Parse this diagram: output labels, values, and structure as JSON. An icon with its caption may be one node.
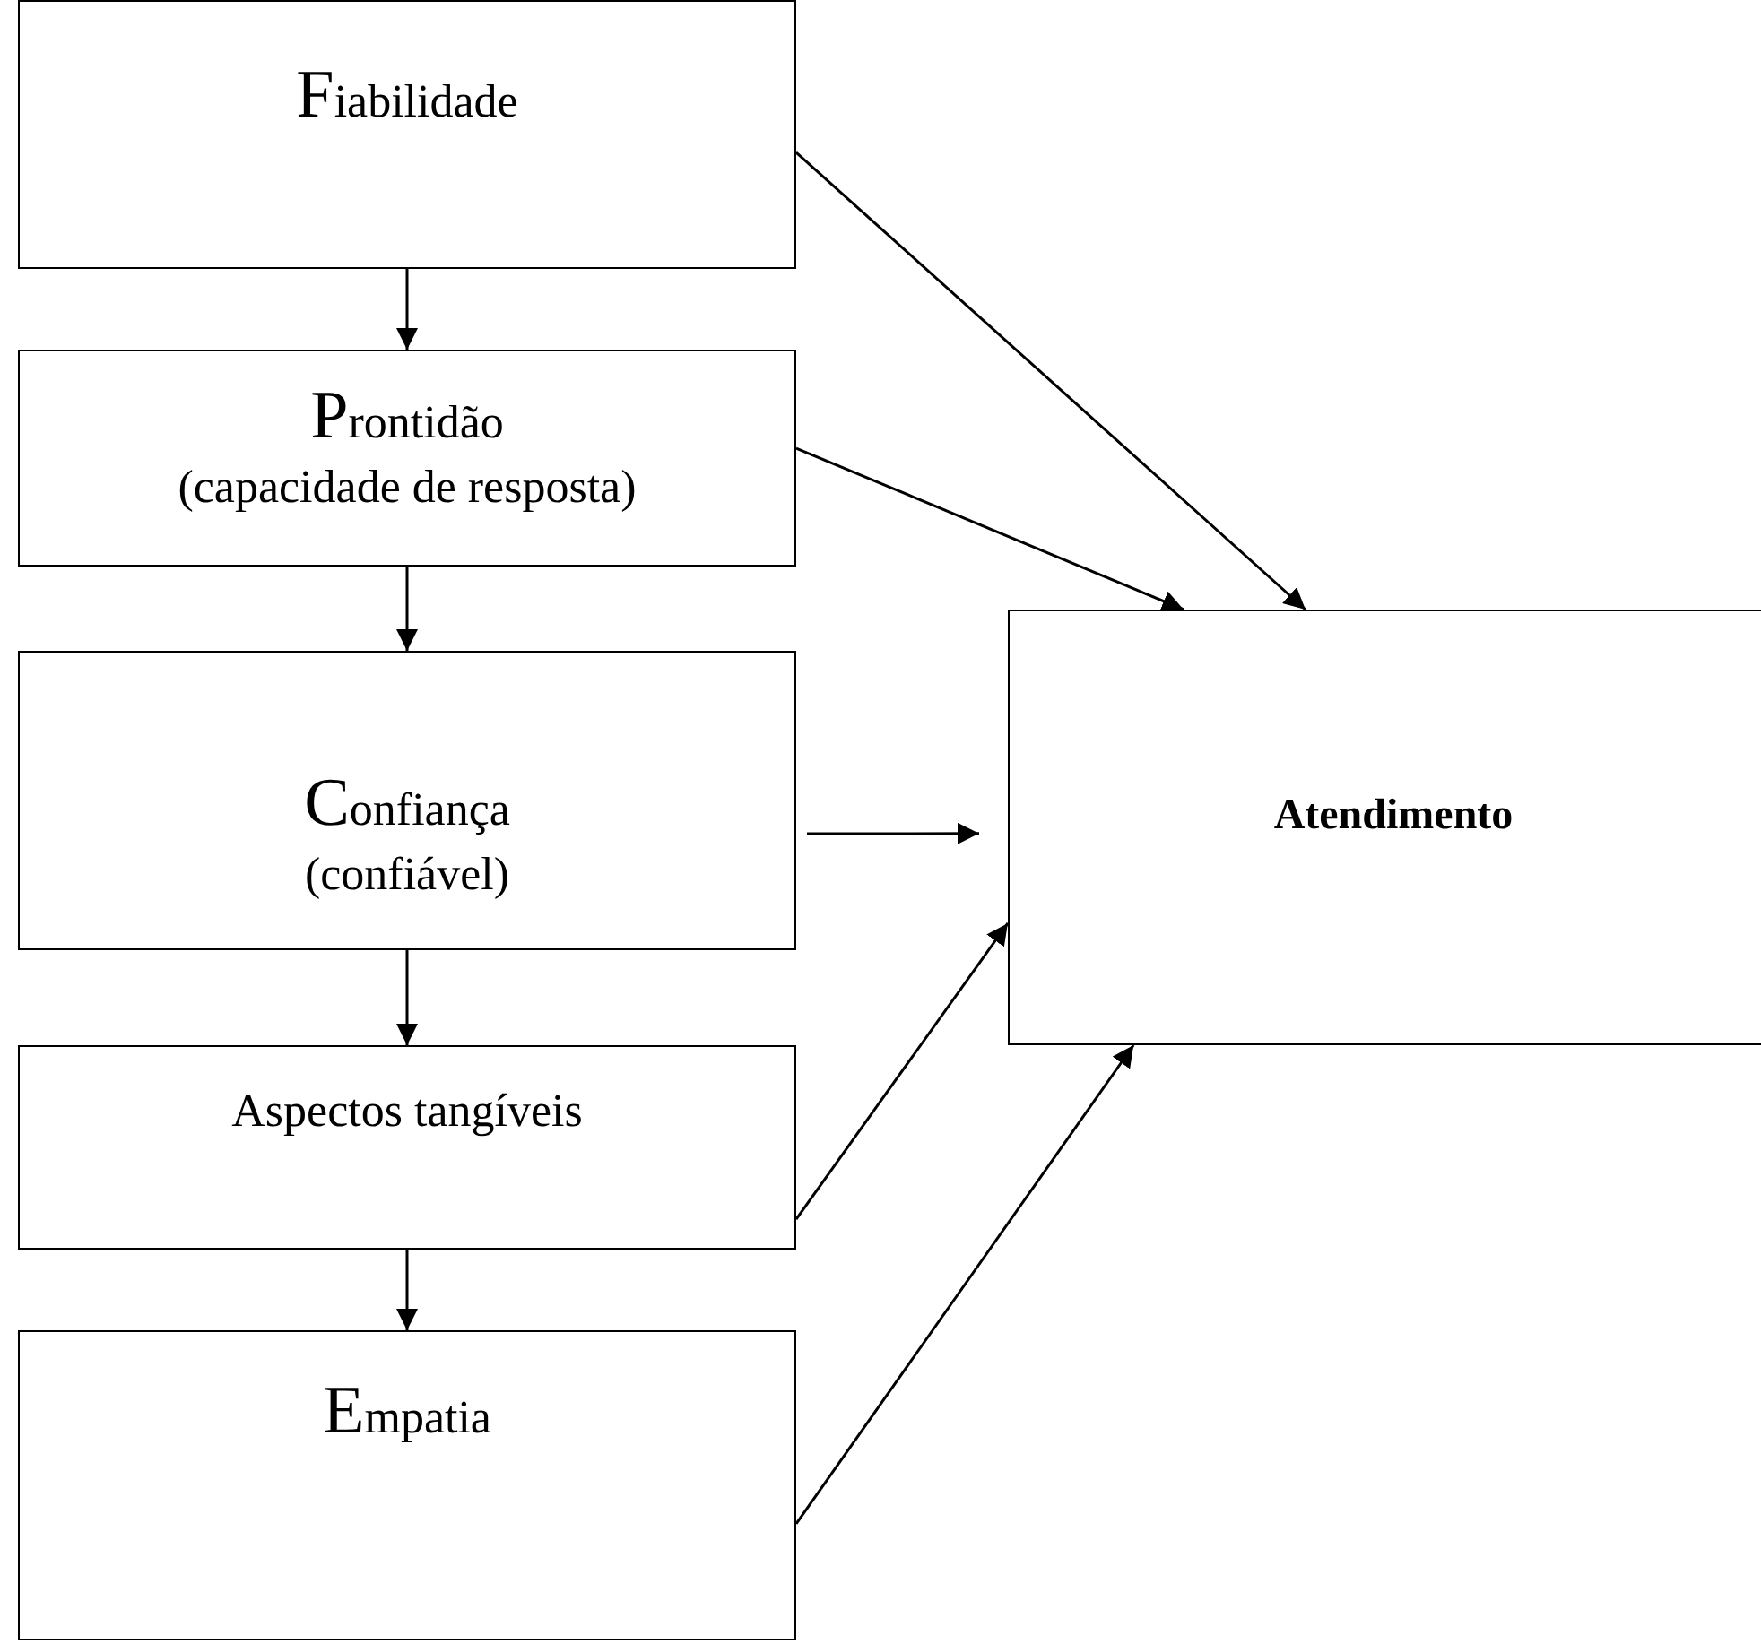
{
  "diagram": {
    "nodes": [
      {
        "text": [
          "Fiabilidade"
        ]
      },
      {
        "text": [
          "Prontidão",
          "(capacidade de resposta)"
        ]
      },
      {
        "text": [
          "Confiança",
          "(confiável)"
        ]
      },
      {
        "text": [
          "Aspectos tangíveis"
        ]
      },
      {
        "text": [
          "Empatia"
        ]
      },
      {
        "text": [
          "Atendimento"
        ]
      }
    ],
    "edges": [
      {
        "from": 0,
        "to": 1,
        "arrow": "to"
      },
      {
        "from": 1,
        "to": 2,
        "arrow": "to"
      },
      {
        "from": 2,
        "to": 3,
        "arrow": "to"
      },
      {
        "from": 3,
        "to": 4,
        "arrow": "to"
      },
      {
        "from": 0,
        "to": 5,
        "arrow": "to"
      },
      {
        "from": 1,
        "to": 5,
        "arrow": "to"
      },
      {
        "from": 2,
        "to": 5,
        "arrow": "to"
      },
      {
        "from": 3,
        "to": 5,
        "arrow": "to"
      },
      {
        "from": 4,
        "to": 5,
        "arrow": "to"
      }
    ]
  }
}
